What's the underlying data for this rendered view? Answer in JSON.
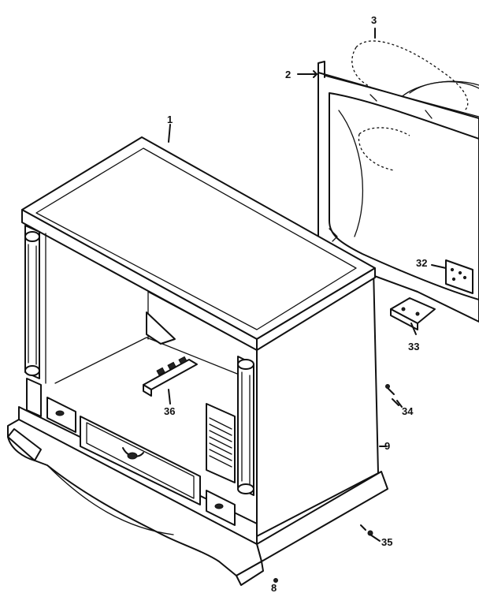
{
  "diagram": {
    "callouts": [
      {
        "id": "c1",
        "text": "1"
      },
      {
        "id": "c2",
        "text": "2"
      },
      {
        "id": "c3",
        "text": "3"
      },
      {
        "id": "c32",
        "text": "32"
      },
      {
        "id": "c33",
        "text": "33"
      },
      {
        "id": "c34",
        "text": "34"
      },
      {
        "id": "c35",
        "text": "35"
      },
      {
        "id": "c36",
        "text": "36"
      },
      {
        "id": "c9",
        "text": "9"
      },
      {
        "id": "c8",
        "text": "8"
      }
    ]
  }
}
